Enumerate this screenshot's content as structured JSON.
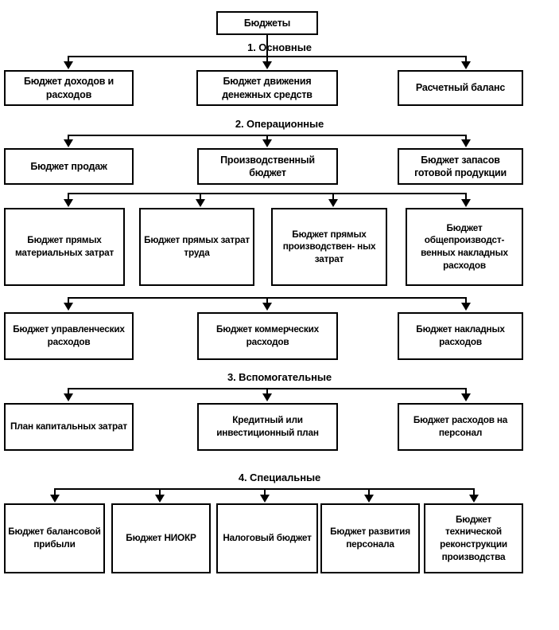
{
  "diagram": {
    "title": "Бюджеты",
    "sections": [
      {
        "label": "1. Основные"
      },
      {
        "label": "2. Операционные"
      },
      {
        "label": "3. Вспомогательные"
      },
      {
        "label": "4. Специальные"
      }
    ],
    "rows": [
      {
        "id": "row-basic",
        "nodes": [
          {
            "text": "Бюджет доходов и расходов"
          },
          {
            "text": "Бюджет движения денежных средств"
          },
          {
            "text": "Расчетный баланс"
          }
        ]
      },
      {
        "id": "row-operational-1",
        "nodes": [
          {
            "text": "Бюджет продаж"
          },
          {
            "text": "Производственный бюджет"
          },
          {
            "text": "Бюджет запасов готовой продукции"
          }
        ]
      },
      {
        "id": "row-operational-2",
        "nodes": [
          {
            "text": "Бюджет прямых материальных затрат"
          },
          {
            "text": "Бюджет прямых затрат труда"
          },
          {
            "text": "Бюджет прямых производствен- ных затрат"
          },
          {
            "text": "Бюджет общепроизводст- венных накладных расходов"
          }
        ]
      },
      {
        "id": "row-operational-3",
        "nodes": [
          {
            "text": "Бюджет управленческих расходов"
          },
          {
            "text": "Бюджет коммерческих расходов"
          },
          {
            "text": "Бюджет накладных расходов"
          }
        ]
      },
      {
        "id": "row-auxiliary",
        "nodes": [
          {
            "text": "План капитальных затрат"
          },
          {
            "text": "Кредитный или инвестиционный план"
          },
          {
            "text": "Бюджет расходов на персонал"
          }
        ]
      },
      {
        "id": "row-special",
        "nodes": [
          {
            "text": "Бюджет балансовой прибыли"
          },
          {
            "text": "Бюджет НИОКР"
          },
          {
            "text": "Налоговый бюджет"
          },
          {
            "text": "Бюджет развития персонала"
          },
          {
            "text": "Бюджет технической реконструкции производства"
          }
        ]
      }
    ],
    "colors": {
      "line": "#000000",
      "box_fill": "#ffffff",
      "text": "#000000"
    }
  }
}
